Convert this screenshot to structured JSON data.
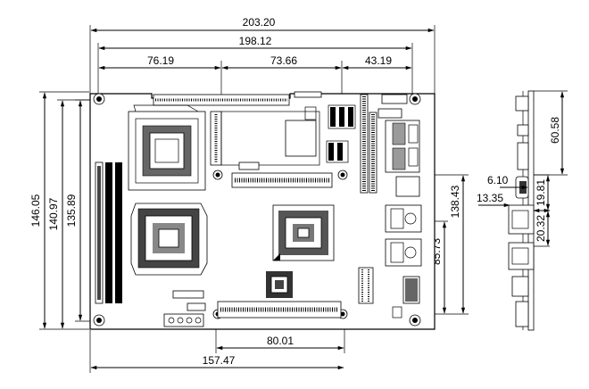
{
  "dimensions": {
    "top_overall": "203.20",
    "top_second": "198.12",
    "top_seg1": "76.19",
    "top_seg2": "73.66",
    "top_seg3": "43.19",
    "left_outer": "146.05",
    "left_mid": "140.97",
    "left_inner": "135.89",
    "right_1": "138.43",
    "right_2": "85.73",
    "bottom_1": "80.01",
    "bottom_2": "157.47",
    "side_1": "6.10",
    "side_2": "13.35",
    "side_3": "19.81",
    "side_4": "20.32",
    "side_5": "60.58"
  },
  "icons": [
    "mounting-hole-icon",
    "arrow-icon"
  ]
}
